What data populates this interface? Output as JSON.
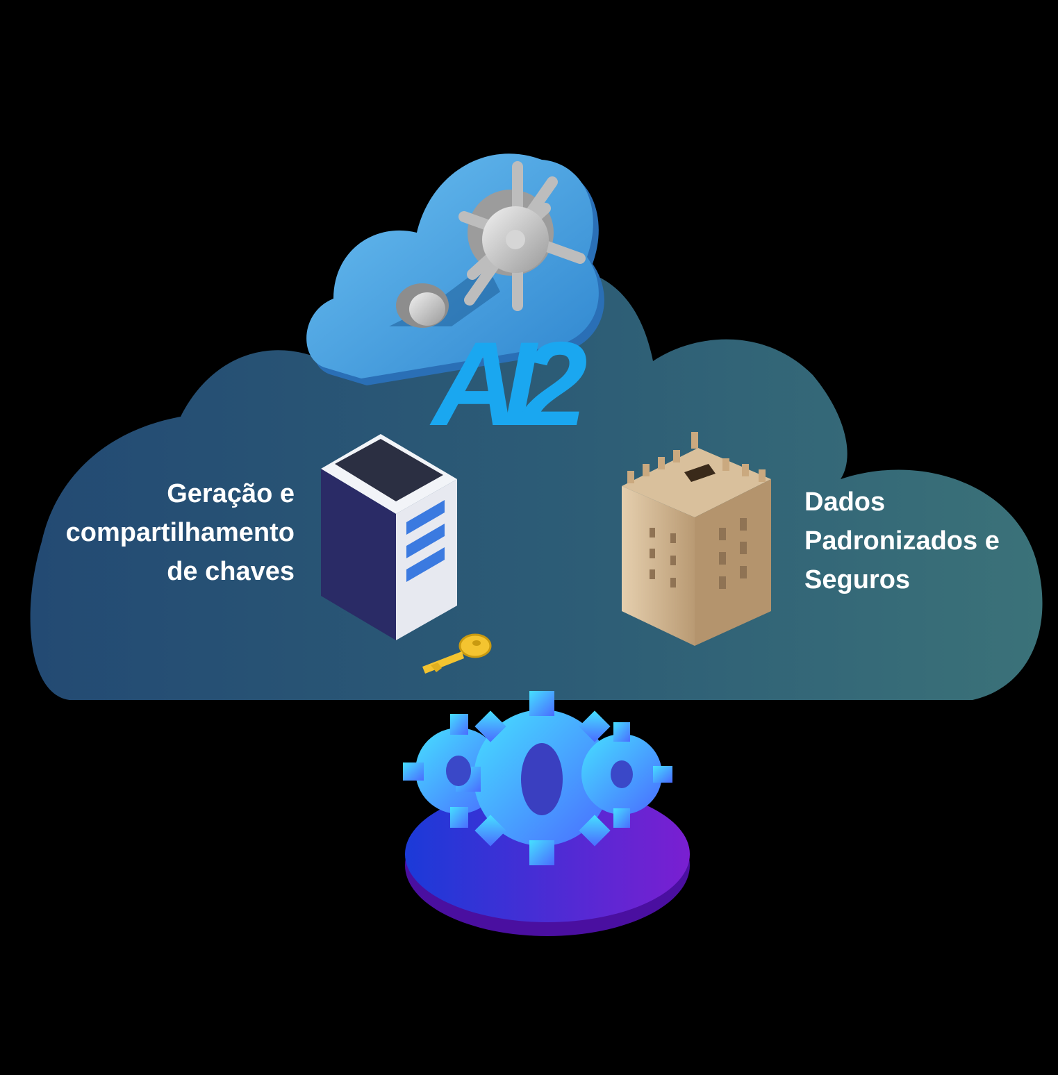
{
  "logo": {
    "text": "AI2",
    "color": "#1aa7f0"
  },
  "left_label": [
    "Geração e",
    "compartilhamento",
    "de chaves"
  ],
  "right_label": [
    "Dados",
    "Padronizados e",
    "Seguros"
  ],
  "icons": [
    "cloud-vault-icon",
    "server-icon",
    "key-icon",
    "castle-tower-icon",
    "gears-icon"
  ],
  "colors": {
    "background": "#000000",
    "cloud_left": "#264b72",
    "cloud_right": "#3a6f78",
    "label_text": "#ffffff",
    "key": "#f4c430",
    "platform": "#6a1fd8",
    "gears": "#2fc8ff"
  }
}
